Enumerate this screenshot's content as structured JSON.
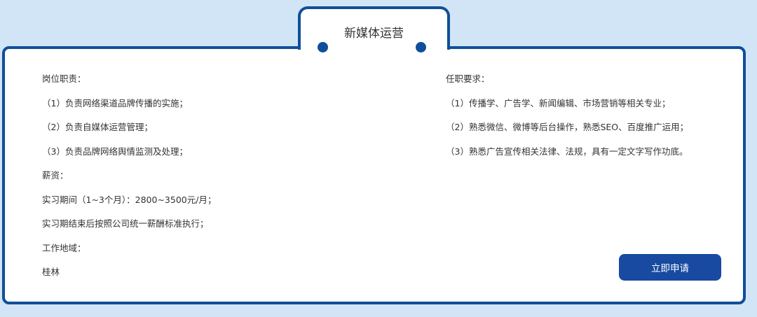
{
  "header": {
    "title": "新媒体运营"
  },
  "duties": {
    "heading": "岗位职责：",
    "items": [
      "（1）负责网络渠道品牌传播的实施；",
      "（2）负责自媒体运营管理；",
      "（3）负责品牌网络舆情监测及处理；"
    ]
  },
  "salary": {
    "heading": "薪资：",
    "items": [
      "实习期间（1~3个月）：2800~3500元/月；",
      "实习期结束后按照公司统一薪酬标准执行；"
    ]
  },
  "location": {
    "heading": "工作地域：",
    "value": "桂林"
  },
  "requirements": {
    "heading": "任职要求：",
    "items": [
      "（1）传播学、广告学、新闻编辑、市场营销等相关专业；",
      "（2）熟悉微信、微博等后台操作，熟悉SEO、百度推广运用；",
      "（3）熟悉广告宣传相关法律、法规，具有一定文字写作功底。"
    ]
  },
  "actions": {
    "apply_label": "立即申请"
  },
  "colors": {
    "border": "#0f4f9a",
    "button": "#174aa0",
    "background": "#d2e5f6"
  }
}
